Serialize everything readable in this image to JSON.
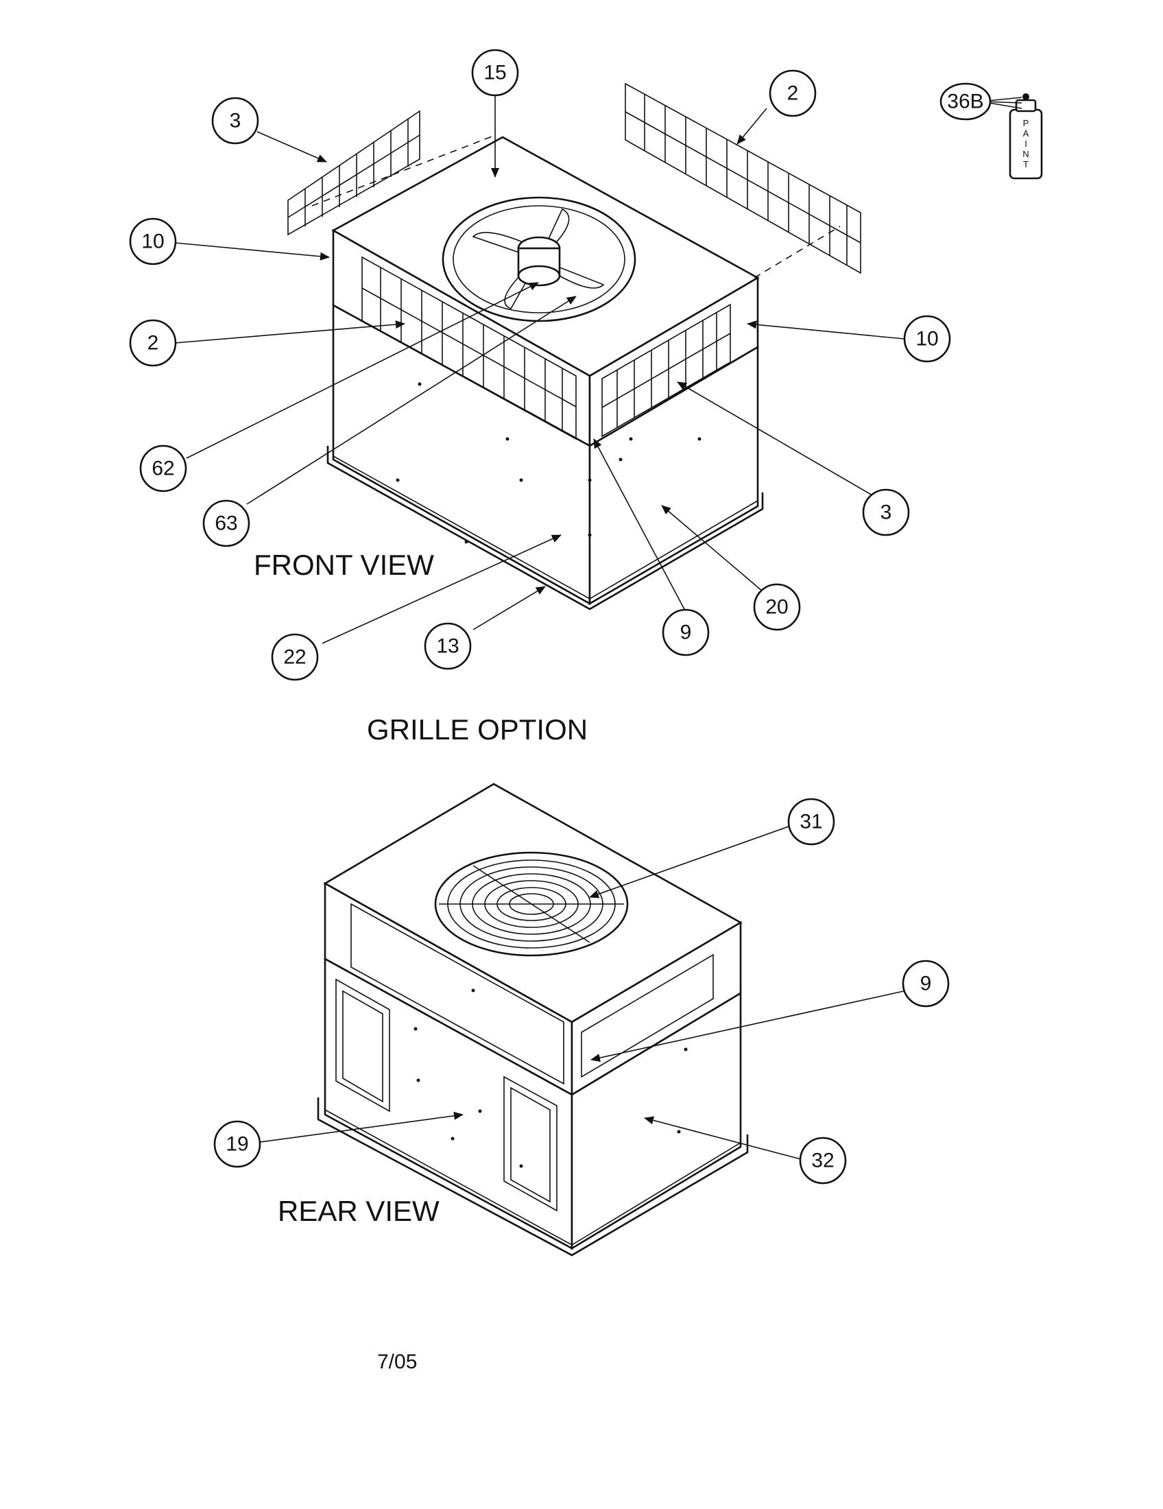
{
  "captions": {
    "front_view": "FRONT VIEW",
    "grille_option": "GRILLE OPTION",
    "rear_view": "REAR VIEW",
    "date_code": "7/05"
  },
  "paint_can": {
    "callout": "36B",
    "label_letters": [
      "P",
      "A",
      "I",
      "N",
      "T"
    ]
  },
  "callouts": {
    "front": [
      "15",
      "3",
      "2",
      "10",
      "2",
      "10",
      "62",
      "63",
      "3",
      "22",
      "13",
      "9",
      "20"
    ],
    "rear": [
      "31",
      "9",
      "19",
      "32"
    ]
  }
}
